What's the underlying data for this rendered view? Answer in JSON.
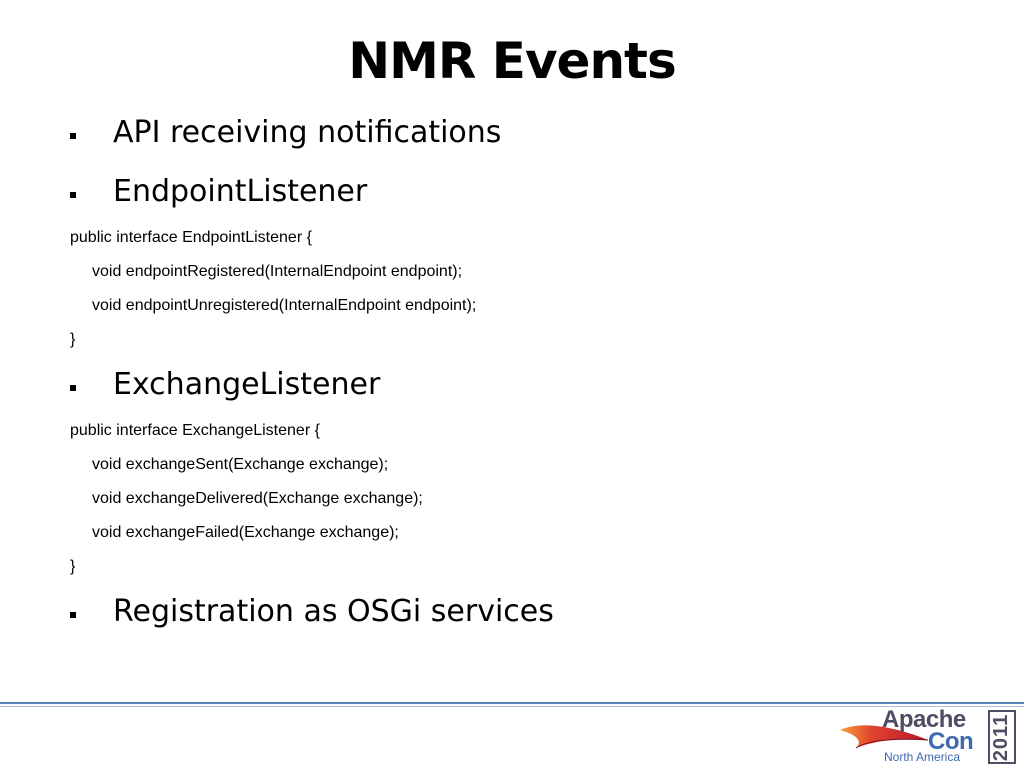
{
  "slide": {
    "title": "NMR Events",
    "bullets": [
      "API receiving notifications",
      "EndpointListener",
      "ExchangeListener",
      "Registration as OSGi services"
    ],
    "endpoint_listener_code": [
      "public interface EndpointListener {",
      "void endpointRegistered(InternalEndpoint endpoint);",
      "void endpointUnregistered(InternalEndpoint endpoint);",
      "}"
    ],
    "exchange_listener_code": [
      "public interface ExchangeListener {",
      "void exchangeSent(Exchange exchange);",
      "void exchangeDelivered(Exchange exchange);",
      "void exchangeFailed(Exchange exchange);",
      "}"
    ]
  },
  "logo": {
    "line1": "Apache",
    "line2": "Con",
    "region": "North America",
    "year": "2011",
    "icon": "apache-feather-icon"
  },
  "colors": {
    "divider": "#5b84b8",
    "logo_dark": "#4d4d63",
    "logo_blue": "#3d69b0",
    "feather_red": "#c8202f"
  }
}
